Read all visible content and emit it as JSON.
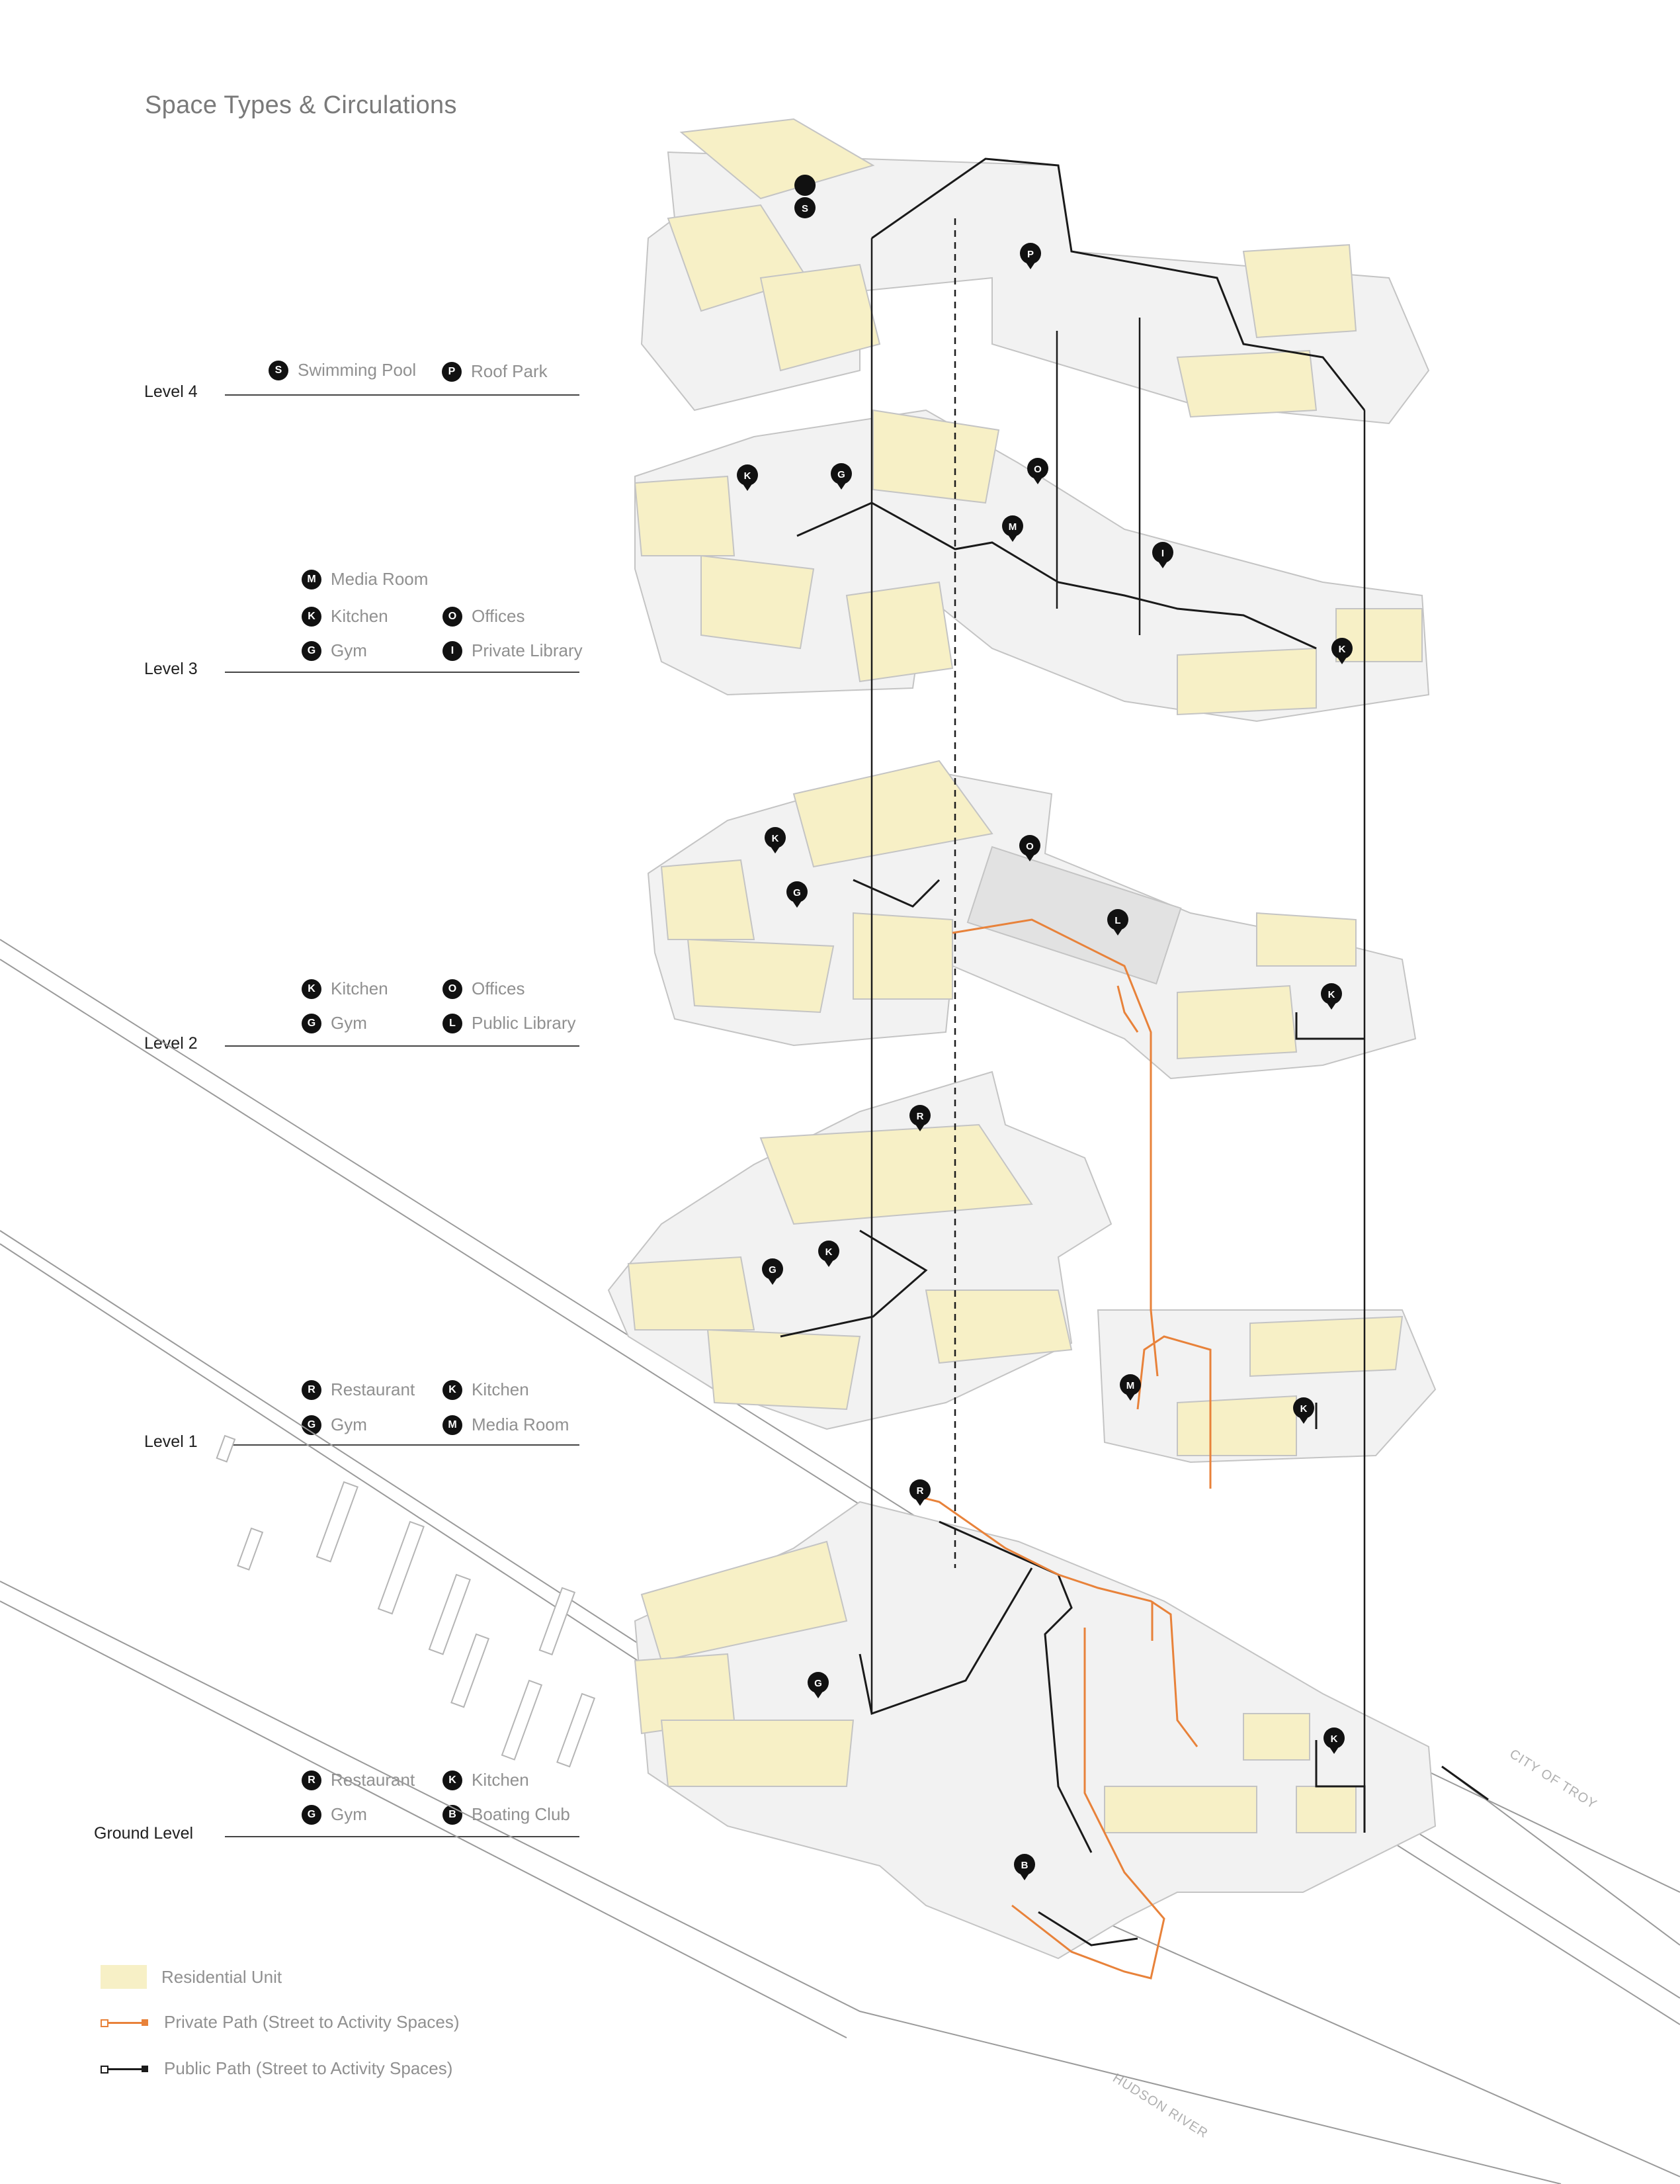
{
  "title": "Space Types & Circulations",
  "levels": [
    {
      "label": "Level 4",
      "items": [
        {
          "code": "S",
          "name": "Swimming Pool"
        },
        {
          "code": "P",
          "name": "Roof Park"
        }
      ]
    },
    {
      "label": "Level 3",
      "items": [
        {
          "code": "M",
          "name": "Media Room"
        },
        {
          "code": "K",
          "name": "Kitchen"
        },
        {
          "code": "O",
          "name": "Offices"
        },
        {
          "code": "G",
          "name": "Gym"
        },
        {
          "code": "I",
          "name": "Private Library"
        }
      ]
    },
    {
      "label": "Level 2",
      "items": [
        {
          "code": "K",
          "name": "Kitchen"
        },
        {
          "code": "O",
          "name": "Offices"
        },
        {
          "code": "G",
          "name": "Gym"
        },
        {
          "code": "L",
          "name": "Public Library"
        }
      ]
    },
    {
      "label": "Level 1",
      "items": [
        {
          "code": "R",
          "name": "Restaurant"
        },
        {
          "code": "K",
          "name": "Kitchen"
        },
        {
          "code": "G",
          "name": "Gym"
        },
        {
          "code": "M",
          "name": "Media Room"
        }
      ]
    },
    {
      "label": "Ground Level",
      "items": [
        {
          "code": "R",
          "name": "Restaurant"
        },
        {
          "code": "K",
          "name": "Kitchen"
        },
        {
          "code": "G",
          "name": "Gym"
        },
        {
          "code": "B",
          "name": "Boating Club"
        }
      ]
    }
  ],
  "legend": {
    "residential": "Residential Unit",
    "private_path": "Private Path (Street to Activity Spaces)",
    "public_path": "Public Path (Street to Activity Spaces)"
  },
  "site_labels": {
    "city": "CITY OF TROY",
    "river": "HUDSON RIVER"
  },
  "colors": {
    "residential_fill": "#f7f0c6",
    "private_path": "#e8823a",
    "public_path": "#1a1a1a",
    "structure_line": "#c4c4c4"
  },
  "map_pins": [
    "S",
    "P",
    "K",
    "G",
    "O",
    "M",
    "I",
    "K",
    "K",
    "G",
    "O",
    "L",
    "K",
    "R",
    "K",
    "G",
    "M",
    "K",
    "R",
    "G",
    "K",
    "B"
  ]
}
